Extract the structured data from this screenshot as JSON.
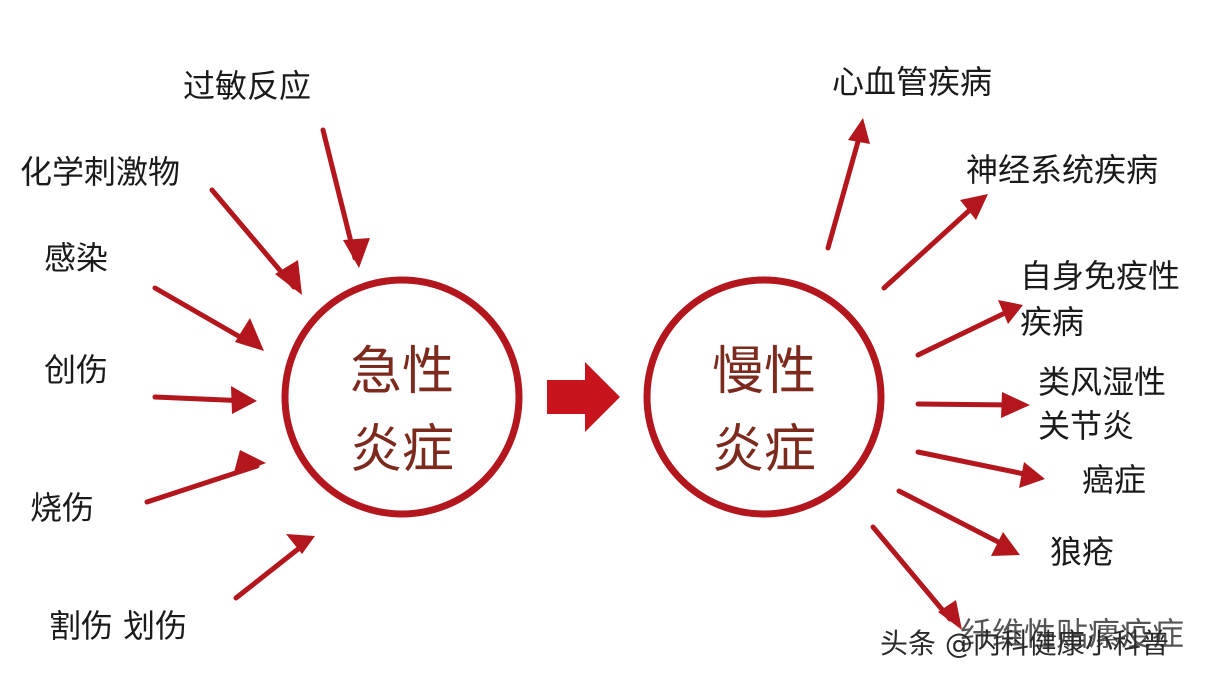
{
  "causes": {
    "allergy": "过敏反应",
    "chemical": "化学刺激物",
    "infection": "感染",
    "trauma": "创伤",
    "burn": "烧伤",
    "cut": "割伤 划伤"
  },
  "acute": {
    "line1": "急性",
    "line2": "炎症"
  },
  "chronic": {
    "line1": "慢性",
    "line2": "炎症"
  },
  "outcomes": {
    "cardio": "心血管疾病",
    "neuro": "神经系统疾病",
    "autoimmune_1": "自身免疫性",
    "autoimmune_2": "疾病",
    "ra_1": "类风湿性",
    "ra_2": "关节炎",
    "cancer": "癌症",
    "lupus": "狼疮",
    "fibrosis": "纤维性贴瘰疫症"
  },
  "watermark": "头条 @内科健康小科普",
  "colors": {
    "arrow": "#b3161d",
    "circle": "#b3161d",
    "circle_text": "#7d2a1e"
  }
}
